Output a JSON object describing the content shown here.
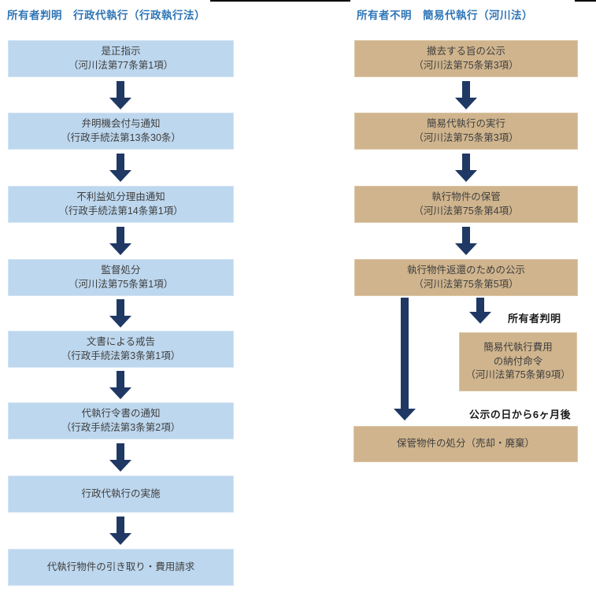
{
  "colors": {
    "title_blue": "#2E75B6",
    "left_box_fill": "#BDD7EE",
    "right_box_fill": "#CFB48D",
    "arrow_navy": "#1F3864",
    "box_text": "#3F3F3F",
    "label_text": "#1A1A1A",
    "top_border": "#000000"
  },
  "left_flow": {
    "title": "所有者判明　行政代執行（行政執行法）",
    "boxes": [
      {
        "line1": "是正指示",
        "line2": "（河川法第77条第1項）"
      },
      {
        "line1": "弁明機会付与通知",
        "line2": "（行政手続法第13条30条）"
      },
      {
        "line1": "不利益処分理由通知",
        "line2": "（行政手続法第14条第1項）"
      },
      {
        "line1": "監督処分",
        "line2": "（河川法第75条第1項）"
      },
      {
        "line1": "文書による戒告",
        "line2": "（行政手続法第3条第1項）"
      },
      {
        "line1": "代執行令書の通知",
        "line2": "（行政手続法第3条第2項）"
      },
      {
        "line1": "行政代執行の実施"
      },
      {
        "line1": "代執行物件の引き取り・費用請求"
      }
    ]
  },
  "right_flow": {
    "title": "所有者不明　簡易代執行（河川法）",
    "boxes": [
      {
        "line1": "撤去する旨の公示",
        "line2": "（河川法第75条第3項）"
      },
      {
        "line1": "簡易代執行の実行",
        "line2": "（河川法第75条第3項）"
      },
      {
        "line1": "執行物件の保管",
        "line2": "（河川法第75条第4項）"
      },
      {
        "line1": "執行物件返還のための公示",
        "line2": "（河川法第75条第5項）"
      }
    ],
    "branch_label": "所有者判明",
    "branch_box": {
      "line1": "簡易代執行費用",
      "line2": "の納付命令",
      "line3": "（河川法第75条第9項）"
    },
    "six_month_label": "公示の日から6ヶ月後",
    "final_box": {
      "line1": "保管物件の処分（売却・廃棄）"
    }
  }
}
